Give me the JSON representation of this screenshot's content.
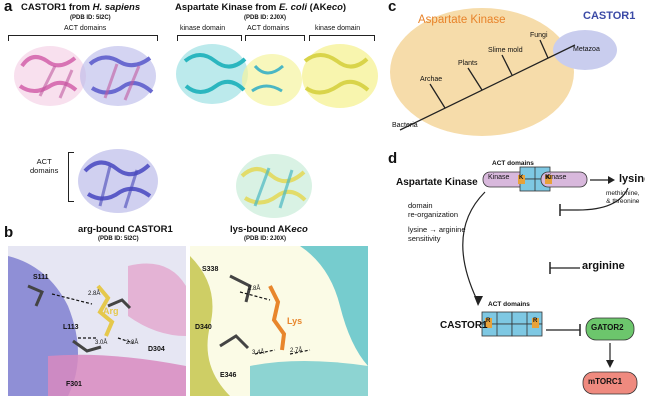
{
  "panel_a": {
    "label": "a",
    "castor_title": "CASTOR1 from ",
    "castor_species": "H. sapiens",
    "castor_pdb": "(PDB ID: 5I2C)",
    "akeco_title": "Aspartate Kinase from ",
    "akeco_species": "E. coli",
    "akeco_suffix": " (AK",
    "akeco_italic": "eco",
    "akeco_close": ")",
    "akeco_pdb": "(PDB ID: 2J0X)",
    "act_domains_top": "ACT domains",
    "kinase_domain_left": "kinase domain",
    "act_domains_mid": "ACT domains",
    "kinase_domain_right": "kinase domain",
    "act_domains_side": "ACT\ndomains"
  },
  "panel_b": {
    "label": "b",
    "left_title": "arg-bound CASTOR1",
    "left_pdb": "(PDB ID: 5I2C)",
    "right_title_prefix": "lys-bound AK",
    "right_title_italic": "eco",
    "right_pdb": "(PDB ID: 2J0X)",
    "left_labels": [
      "S111",
      "2.8Å",
      "Arg",
      "L113",
      "3.0Å",
      "2.8Å",
      "D304",
      "F301"
    ],
    "right_labels": [
      "S338",
      "2.8Å",
      "D340",
      "Lys",
      "3.4Å",
      "2.7Å",
      "E346"
    ]
  },
  "panel_c": {
    "label": "c",
    "aspartate_kinase": "Aspartate Kinase",
    "castor1": "CASTOR1",
    "taxa": [
      "Bacteria",
      "Archae",
      "Plants",
      "Slime mold",
      "Fungi",
      "Metazoa"
    ],
    "colors": {
      "ak_fill": "#f6dcaa",
      "castor_fill": "#c9cdee",
      "ak_text": "#e8832a",
      "castor_text": "#3b4aa6"
    }
  },
  "panel_d": {
    "label": "d",
    "act_domains_top": "ACT domains",
    "aspartate_kinase": "Aspartate Kinase",
    "kinase_left": "Kinase",
    "kinase_right": "Kinase",
    "k_letter": "K",
    "lysine": "lysine",
    "lysine_comma": ",",
    "others": "methionine,\n& threonine",
    "reorg": "domain\nre-organization",
    "switch": "lysine → arginine\nsensitivity",
    "act_domains_bottom": "ACT domains",
    "castor1": "CASTOR1",
    "r_letter": "R",
    "arginine": "arginine",
    "gator2": "GATOR2",
    "mtorc1": "mTORC1",
    "colors": {
      "kinase": "#d8b8dc",
      "act": "#7ec8e3",
      "k_badge": "#e8a23a",
      "gator2": "#6cc66c",
      "mtorc1": "#ef8a7f"
    }
  }
}
